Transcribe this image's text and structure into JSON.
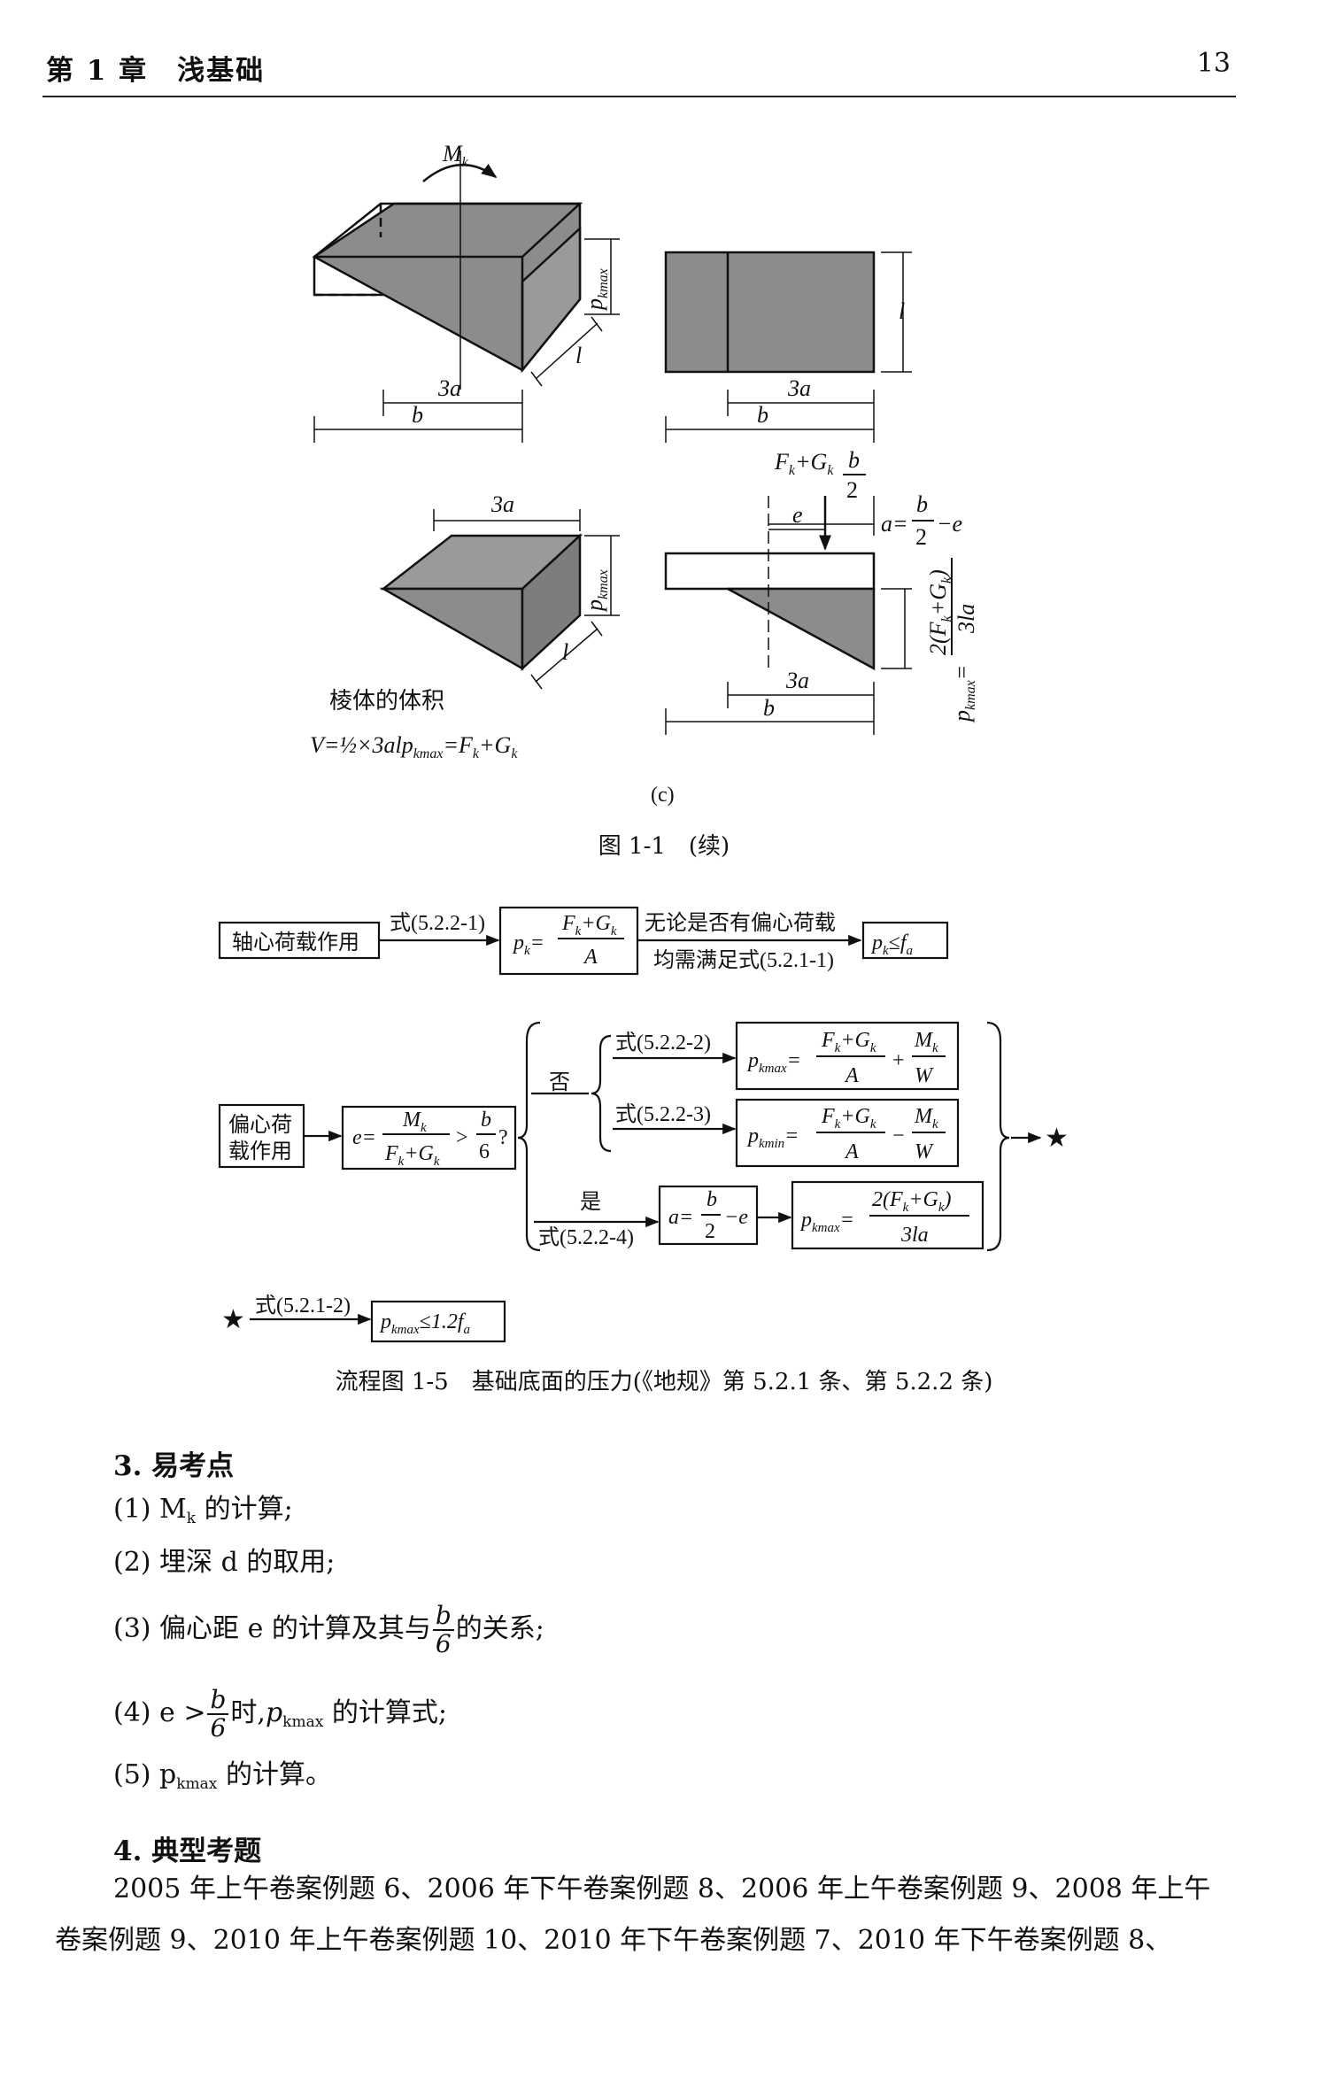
{
  "header": {
    "chapter": "第 1 章　浅基础",
    "page_number": "13"
  },
  "figure_c": {
    "moment_label": "M",
    "moment_sub": "k",
    "pkmax_label": "p",
    "pkmax_sub": "kmax",
    "dim_3a": "3a",
    "dim_b": "b",
    "dim_l": "l",
    "load_label": "F",
    "load_sub1": "k",
    "load_plus": "+G",
    "load_sub2": "k",
    "half_b_num": "b",
    "half_b_den": "2",
    "dim_e": "e",
    "a_formula_left": "a=",
    "a_formula_num": "b",
    "a_formula_den": "2",
    "a_formula_right": "−e",
    "pkmax_formula_num": "2(F",
    "pkmax_formula_den": "3la",
    "volume_title": "棱体的体积",
    "volume_formula": "V=½×3alp",
    "panel_label": "(c)"
  },
  "figure_caption": "图 1-1　(续)",
  "flowchart": {
    "axial_box": "轴心荷载作用",
    "axial_formula_label": "式(5.2.2-1)",
    "axial_pk_left": "p",
    "axial_pk_num": "F",
    "axial_pk_den": "A",
    "condition_top": "无论是否有偏心荷载",
    "condition_bottom": "均需满足式(5.2.1-1)",
    "result_axial": "p",
    "eccentric_box_line1": "偏心荷",
    "eccentric_box_line2": "载作用",
    "e_check_left": "e=",
    "e_check_num": "M",
    "e_check_den": "F",
    "e_check_gt": ">",
    "e_check_b": "b",
    "e_check_6": "6",
    "e_check_q": "?",
    "no_label": "否",
    "yes_label": "是",
    "formula_2": "式(5.2.2-2)",
    "formula_3": "式(5.2.2-3)",
    "formula_4": "式(5.2.2-4)",
    "formula_final": "式(5.2.1-2)",
    "final_check": "p",
    "star": "★"
  },
  "flowchart_caption": "流程图 1-5　基础底面的压力(《地规》第 5.2.1 条、第 5.2.2 条)",
  "section3": {
    "title": "3. 易考点",
    "items": [
      "(1) M",
      "(2) 埋深 d 的取用;",
      "(3) 偏心距 e 的计算及其与",
      "(4) e >",
      "(5) p"
    ],
    "item1_sub": "k",
    "item1_tail": " 的计算;",
    "item3_tail": "的关系;",
    "item4_tail": "时,",
    "item4_p": "p",
    "item4_sub": "kmax",
    "item4_end": " 的计算式;",
    "item5_sub": "kmax",
    "item5_tail": " 的计算。",
    "frac_b": "b",
    "frac_6": "6"
  },
  "section4": {
    "title": "4. 典型考题",
    "line1": "2005 年上午卷案例题 6、2006 年下午卷案例题 8、2006 年上午卷案例题 9、2008 年上午",
    "line2": "卷案例题 9、2010 年上午卷案例题 10、2010 年下午卷案例题 7、2010 年下午卷案例题 8、"
  }
}
